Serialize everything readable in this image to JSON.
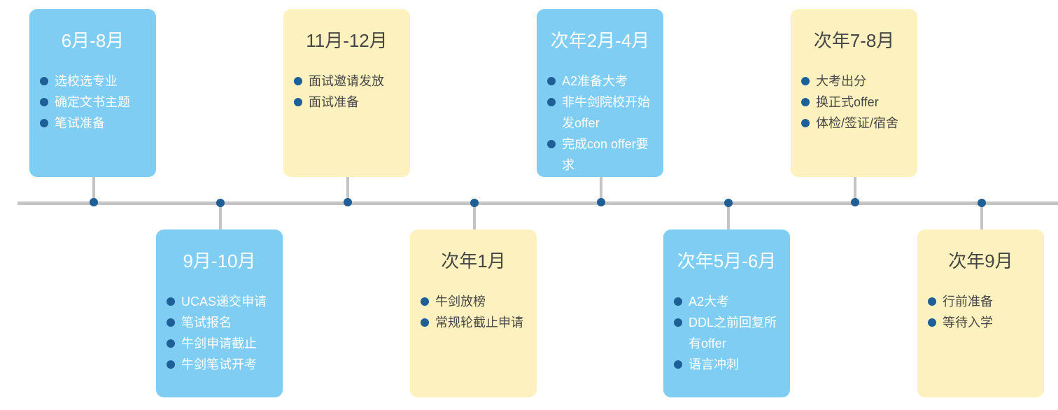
{
  "colors": {
    "blue_card": "#7fcdf3",
    "yellow_card": "#fdf2bf",
    "axis": "#c4c4c4",
    "dot": "#1d5f96"
  },
  "timeline": [
    {
      "period": "6月-8月",
      "position": "top",
      "color": "blue",
      "items": [
        "选校选专业",
        "确定文书主题",
        "笔试准备"
      ]
    },
    {
      "period": "9月-10月",
      "position": "bottom",
      "color": "blue",
      "items": [
        "UCAS递交申请",
        "笔试报名",
        "牛剑申请截止",
        "牛剑笔试开考"
      ]
    },
    {
      "period": "11月-12月",
      "position": "top",
      "color": "yellow",
      "items": [
        "面试邀请发放",
        "面试准备"
      ]
    },
    {
      "period": "次年1月",
      "position": "bottom",
      "color": "yellow",
      "items": [
        "牛剑放榜",
        "常规轮截止申请"
      ]
    },
    {
      "period": "次年2月-4月",
      "position": "top",
      "color": "blue",
      "items": [
        "A2准备大考",
        "非牛剑院校开始发offer",
        "完成con offer要求"
      ]
    },
    {
      "period": "次年5月-6月",
      "position": "bottom",
      "color": "blue",
      "items": [
        "A2大考",
        "DDL之前回复所有offer",
        "语言冲刺"
      ]
    },
    {
      "period": "次年7-8月",
      "position": "top",
      "color": "yellow",
      "items": [
        "大考出分",
        "换正式offer",
        "体检/签证/宿舍"
      ]
    },
    {
      "period": "次年9月",
      "position": "bottom",
      "color": "yellow",
      "items": [
        "行前准备",
        "等待入学"
      ]
    }
  ]
}
